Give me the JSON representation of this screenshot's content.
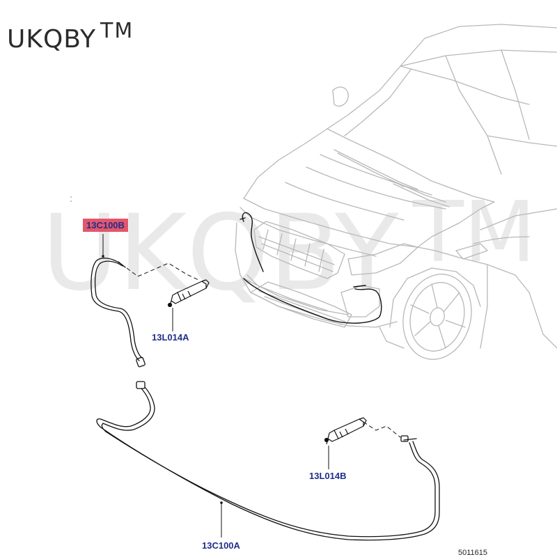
{
  "brand": {
    "name": "UKQBY",
    "mark": "TM"
  },
  "watermark": {
    "name": "UKQBY",
    "mark": "TM"
  },
  "callouts": {
    "hose_upper": "13C100B",
    "jet_left": "13L014A",
    "jet_right": "13L014B",
    "hose_lower": "13C100A"
  },
  "figure_id": "5011615",
  "colors": {
    "callout_text": "#1f2e8a",
    "highlight": "#e3566b",
    "vehicle_lines": "#b5b5b5",
    "hose_lines": "#111111"
  }
}
